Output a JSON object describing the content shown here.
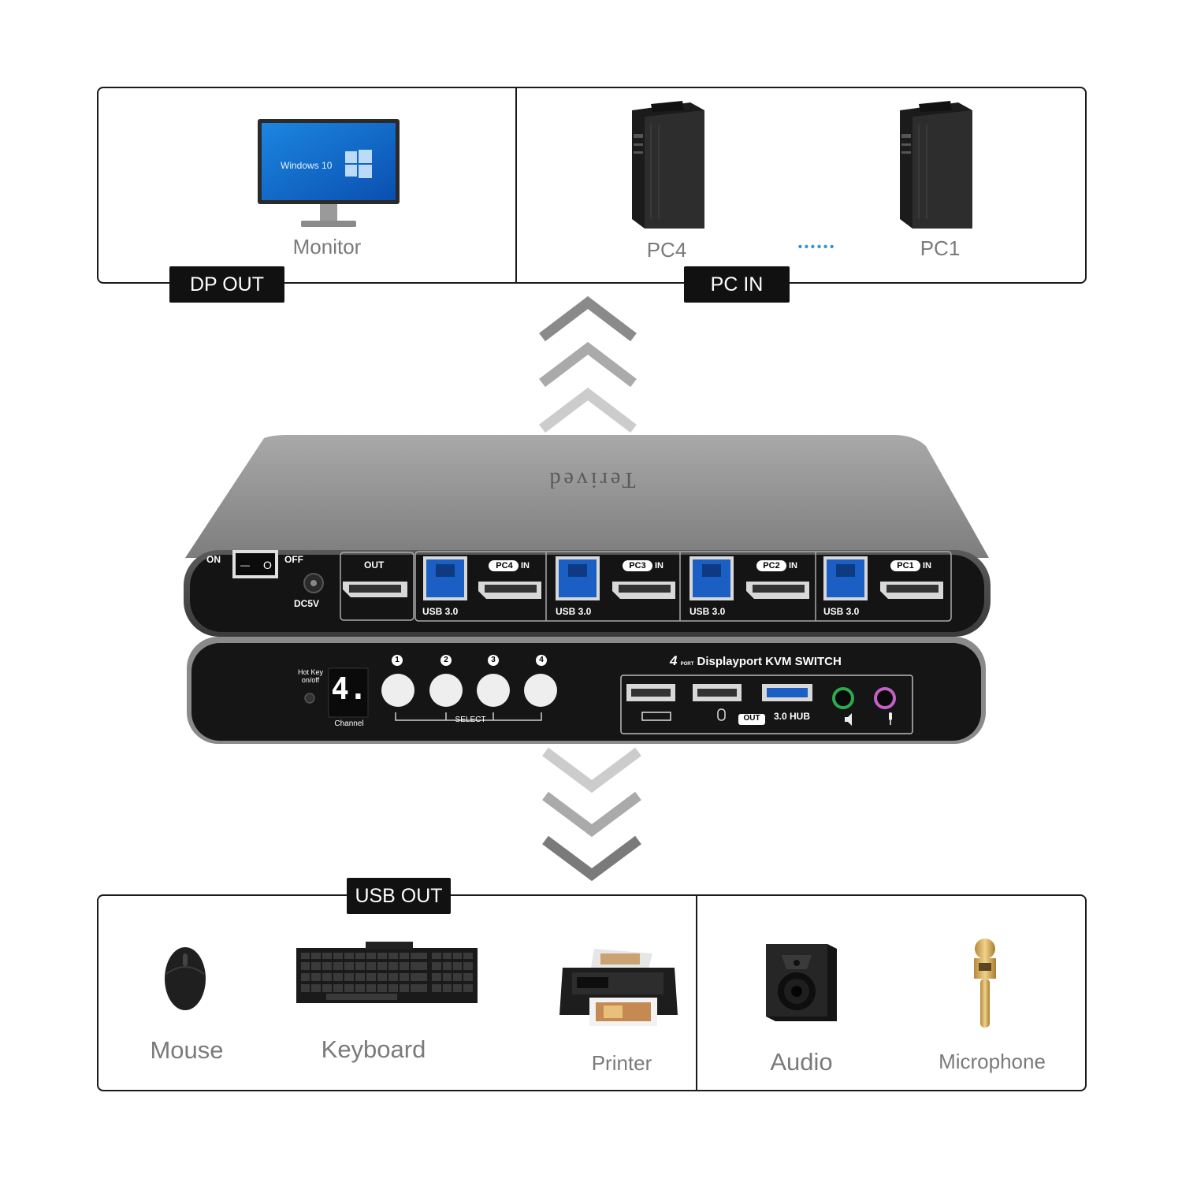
{
  "top_panel": {
    "left": {
      "tag": "DP OUT",
      "monitor_label": "Monitor",
      "screen_text": "Windows 10"
    },
    "right": {
      "tag": "PC IN",
      "pc_left_label": "PC4",
      "pc_right_label": "PC1",
      "ellipsis": "• • • • • •"
    }
  },
  "device": {
    "brand": "Terived",
    "rear": {
      "power_on": "ON",
      "power_off": "OFF",
      "switch_dash": "—",
      "switch_circle": "O",
      "dc": "DC5V",
      "dp_out": "OUT",
      "ports": [
        {
          "label": "PC4",
          "suffix": "IN",
          "usb": "USB 3.0"
        },
        {
          "label": "PC3",
          "suffix": "IN",
          "usb": "USB 3.0"
        },
        {
          "label": "PC2",
          "suffix": "IN",
          "usb": "USB 3.0"
        },
        {
          "label": "PC1",
          "suffix": "IN",
          "usb": "USB 3.0"
        }
      ]
    },
    "front": {
      "hotkey_line1": "Hot Key",
      "hotkey_line2": "on/off",
      "display_digit": "4.",
      "channel": "Channel",
      "buttons": [
        "1",
        "2",
        "3",
        "4"
      ],
      "select": "SELECT",
      "title_num": "4",
      "title_port": "PORT",
      "title": "Displayport KVM SWITCH",
      "out": "OUT",
      "hub": "3.0 HUB"
    }
  },
  "bottom_panel": {
    "tag": "USB OUT",
    "items": [
      "Mouse",
      "Keyboard",
      "Printer",
      "Audio",
      "Microphone"
    ]
  },
  "colors": {
    "frame": "#1a1a1a",
    "tag_bg": "#111111",
    "caption": "#7a7a7a",
    "dots": "#3a8fd0",
    "usb_blue": "#1c5fc4",
    "audio_green": "#2fa84f",
    "mic_pink": "#c560c8"
  }
}
